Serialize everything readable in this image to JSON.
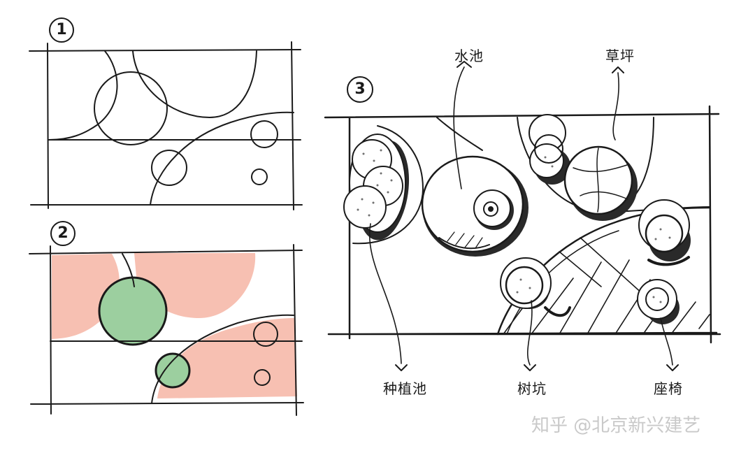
{
  "panels": [
    {
      "number": "1"
    },
    {
      "number": "2"
    },
    {
      "number": "3"
    }
  ],
  "labels": {
    "water_pool": "水池",
    "lawn": "草坪",
    "planting_edge": "种植池",
    "tree_pit": "树坑",
    "seat": "座椅"
  },
  "watermark": "知乎 @北京新兴建艺",
  "colors": {
    "ink": "#1a1a1a",
    "pink_fill": "#f7c0b2",
    "green_fill": "#9ccf9f",
    "stipple": "#6f6f6f",
    "shadow": "#2a2a2a",
    "watermark": "#c9c9c9"
  }
}
